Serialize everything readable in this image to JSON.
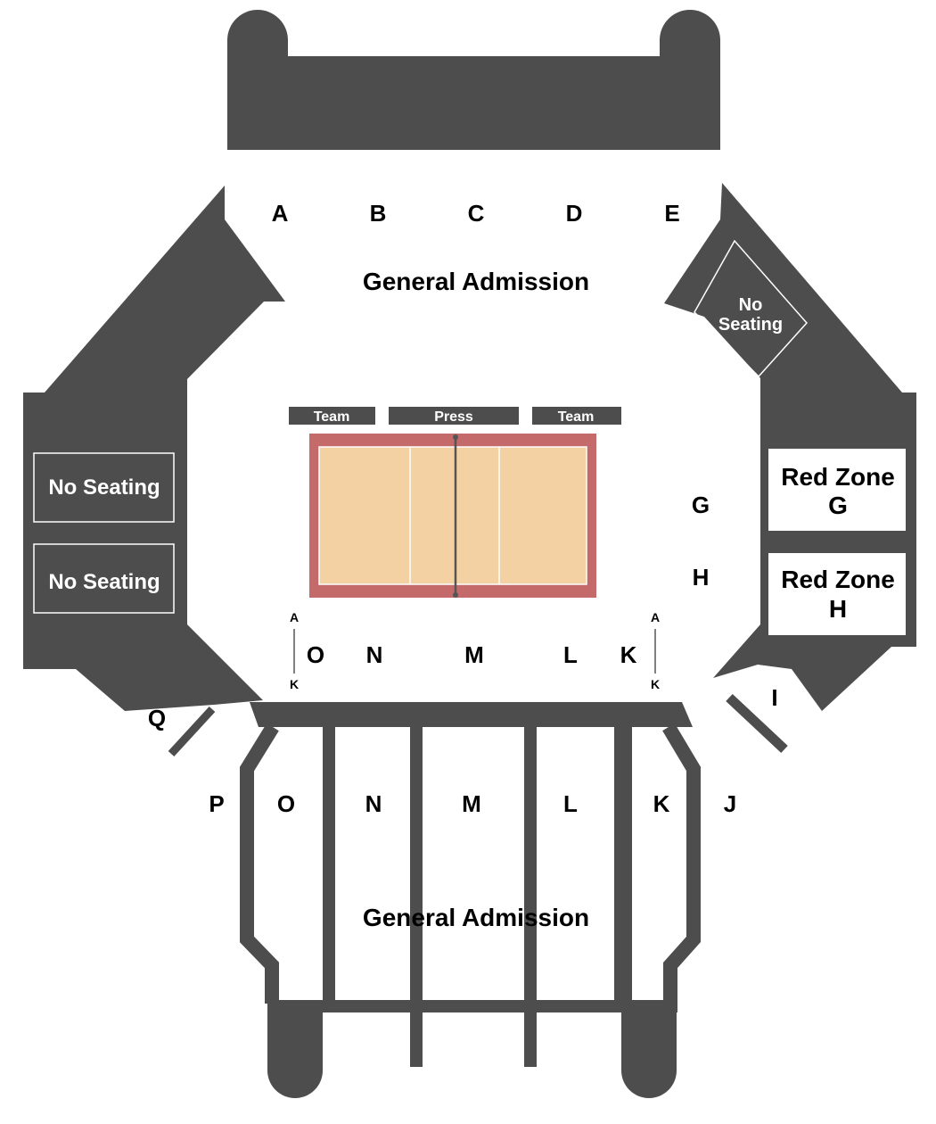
{
  "colors": {
    "structure": "#4d4d4d",
    "court_border": "#c46a6a",
    "court_surface": "#f3d1a3",
    "floor": "#ffffff"
  },
  "top_sections": [
    "A",
    "B",
    "C",
    "D",
    "E"
  ],
  "top_general_admission": "General Admission",
  "bottom_general_admission": "General Admission",
  "no_seating_ne": [
    "No",
    "Seating"
  ],
  "no_seating_w1": "No Seating",
  "no_seating_w2": "No Seating",
  "court": {
    "team_left": "Team",
    "press": "Press",
    "team_right": "Team"
  },
  "right_sections": {
    "g": "G",
    "h": "H"
  },
  "red_zone_g": [
    "Red Zone",
    "G"
  ],
  "red_zone_h": [
    "Red Zone",
    "H"
  ],
  "floor_rows": {
    "left_top": "A",
    "left_bottom": "K",
    "right_top": "A",
    "right_bottom": "K",
    "sections": [
      "O",
      "N",
      "M",
      "L",
      "K"
    ]
  },
  "corner_sections": {
    "q": "Q",
    "i": "I"
  },
  "bottom_sections": [
    "P",
    "O",
    "N",
    "M",
    "L",
    "K",
    "J"
  ]
}
